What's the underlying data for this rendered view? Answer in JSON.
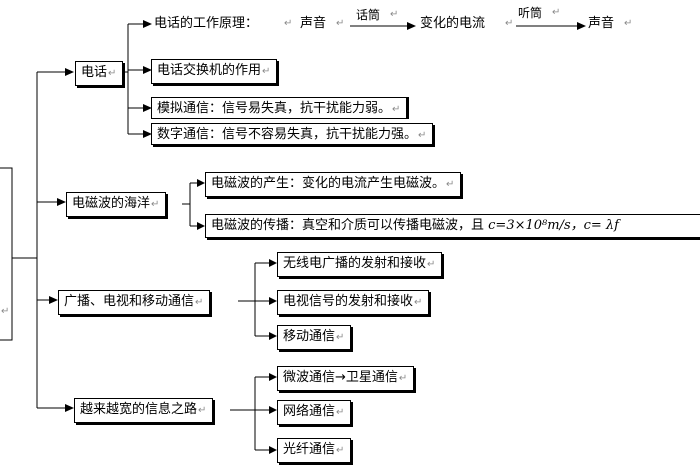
{
  "return_mark": "↵",
  "root_mark": "↵",
  "phone": {
    "label": "电话",
    "principle": {
      "label": "电话的工作原理：",
      "sound1": "声音",
      "arrow1_label": "话筒",
      "middle": "变化的电流",
      "arrow2_label": "听筒",
      "sound2": "声音"
    },
    "exchange": "电话交换机的作用",
    "analog": "模拟通信：信号易失真，抗干扰能力弱。",
    "digital": "数字通信：信号不容易失真，抗干扰能力强。"
  },
  "em": {
    "label": "电磁波的海洋",
    "generation": "电磁波的产生：变化的电流产生电磁波。",
    "propagation_prefix": "电磁波的传播：真空和介质可以传播电磁波，且 ",
    "propagation_formula": "c=3×10⁸m/s，c= λf"
  },
  "broadcast": {
    "label": "广播、电视和移动通信",
    "items": [
      "无线电广播的发射和接收",
      "电视信号的发射和接收",
      "移动通信"
    ]
  },
  "info_road": {
    "label": "越来越宽的信息之路",
    "items": [
      "微波通信→卫星通信",
      "网络通信",
      "光纤通信"
    ]
  }
}
